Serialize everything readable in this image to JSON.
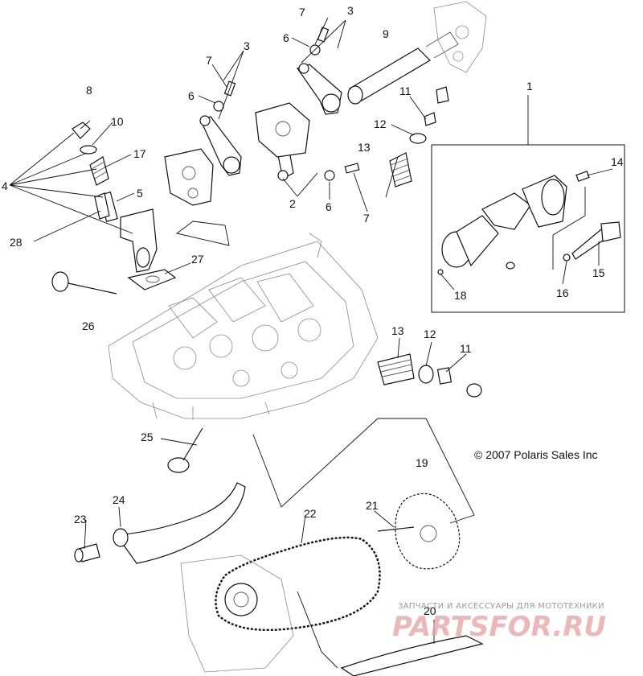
{
  "callouts": {
    "c1": "1",
    "c2": "2",
    "c3a": "3",
    "c3b": "3",
    "c4": "4",
    "c5": "5",
    "c6a": "6",
    "c6b": "6",
    "c6c": "6",
    "c7a": "7",
    "c7b": "7",
    "c7c": "7",
    "c8": "8",
    "c9": "9",
    "c10": "10",
    "c11a": "11",
    "c11b": "11",
    "c12a": "12",
    "c12b": "12",
    "c13a": "13",
    "c13b": "13",
    "c14": "14",
    "c15": "15",
    "c16": "16",
    "c17": "17",
    "c18": "18",
    "c19": "19",
    "c20": "20",
    "c21": "21",
    "c22": "22",
    "c23": "23",
    "c24": "24",
    "c25": "25",
    "c26": "26",
    "c27": "27",
    "c28": "28"
  },
  "copyright": "© 2007 Polaris Sales Inc",
  "watermark": {
    "caption": "ЗАПЧАСТИ И АКСЕССУАРЫ ДЛЯ МОТОТЕХНИКИ",
    "logo": "PARTSFOR.RU"
  }
}
